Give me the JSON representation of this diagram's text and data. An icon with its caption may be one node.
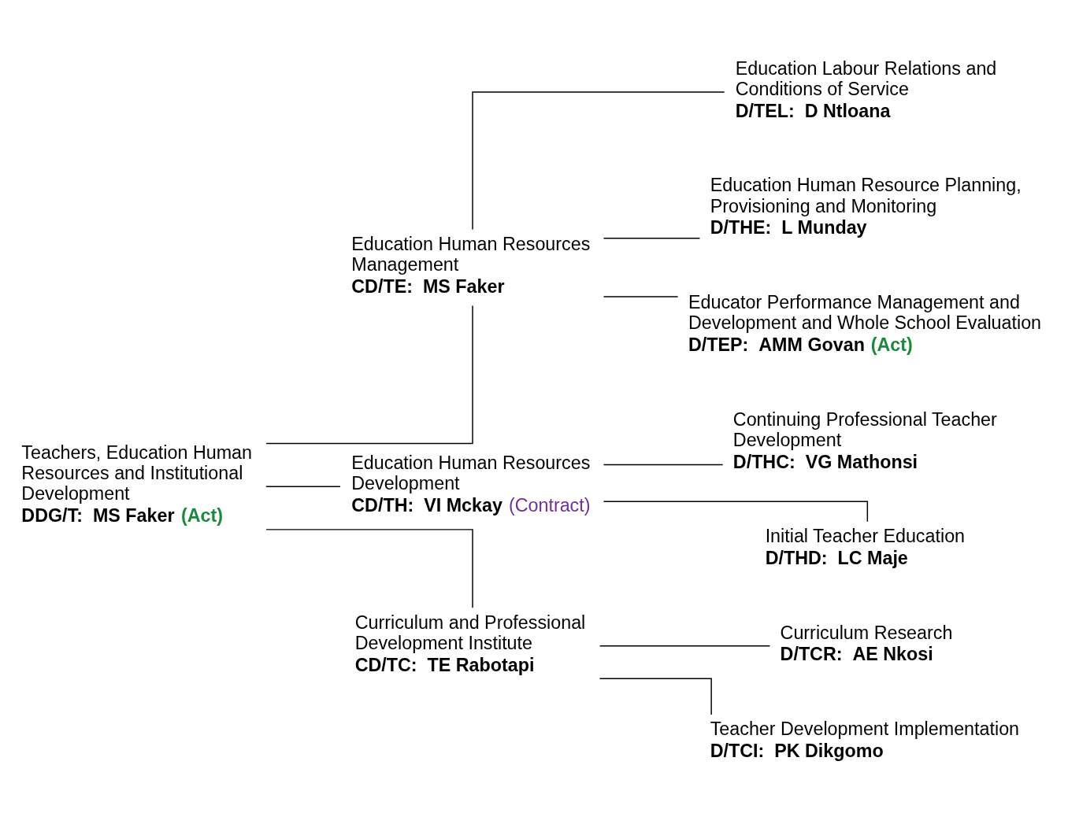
{
  "diagram": {
    "nodes": [
      {
        "text": [
          "Teachers, Education Human Resources and Institutional Development",
          "DDG/T:  MS Faker",
          "(Act)"
        ]
      },
      {
        "text": [
          "Education Human Resources Management",
          "CD/TE:  MS Faker"
        ]
      },
      {
        "text": [
          "Education Human Resources Development",
          "CD/TH:  VI Mckay",
          "(Contract)"
        ]
      },
      {
        "text": [
          "Curriculum and Professional Development Institute",
          "CD/TC:  TE Rabotapi"
        ]
      },
      {
        "text": [
          "Education Labour Relations and Conditions of Service",
          "D/TEL:  D Ntloana"
        ]
      },
      {
        "text": [
          "Education Human Resource Planning, Provisioning and Monitoring",
          "D/THE:  L Munday"
        ]
      },
      {
        "text": [
          "Educator Performance Management and Development and Whole School Evaluation",
          "D/TEP:  AMM Govan",
          "(Act)"
        ]
      },
      {
        "text": [
          "Continuing Professional Teacher Development",
          "D/THC:  VG Mathonsi"
        ]
      },
      {
        "text": [
          "Initial Teacher Education",
          "D/THD:  LC Maje"
        ]
      },
      {
        "text": [
          "Curriculum Research",
          "D/TCR:  AE Nkosi"
        ]
      },
      {
        "text": [
          "Teacher Development Implementation",
          "D/TCI:  PK Dikgomo"
        ]
      }
    ],
    "edges": [
      {
        "from": 0,
        "to": 1,
        "arrow": "none"
      },
      {
        "from": 0,
        "to": 2,
        "arrow": "none"
      },
      {
        "from": 0,
        "to": 3,
        "arrow": "none"
      },
      {
        "from": 1,
        "to": 4,
        "arrow": "none"
      },
      {
        "from": 1,
        "to": 5,
        "arrow": "none"
      },
      {
        "from": 1,
        "to": 6,
        "arrow": "none"
      },
      {
        "from": 2,
        "to": 7,
        "arrow": "none"
      },
      {
        "from": 2,
        "to": 8,
        "arrow": "none"
      },
      {
        "from": 3,
        "to": 9,
        "arrow": "none"
      },
      {
        "from": 3,
        "to": 10,
        "arrow": "none"
      }
    ]
  }
}
